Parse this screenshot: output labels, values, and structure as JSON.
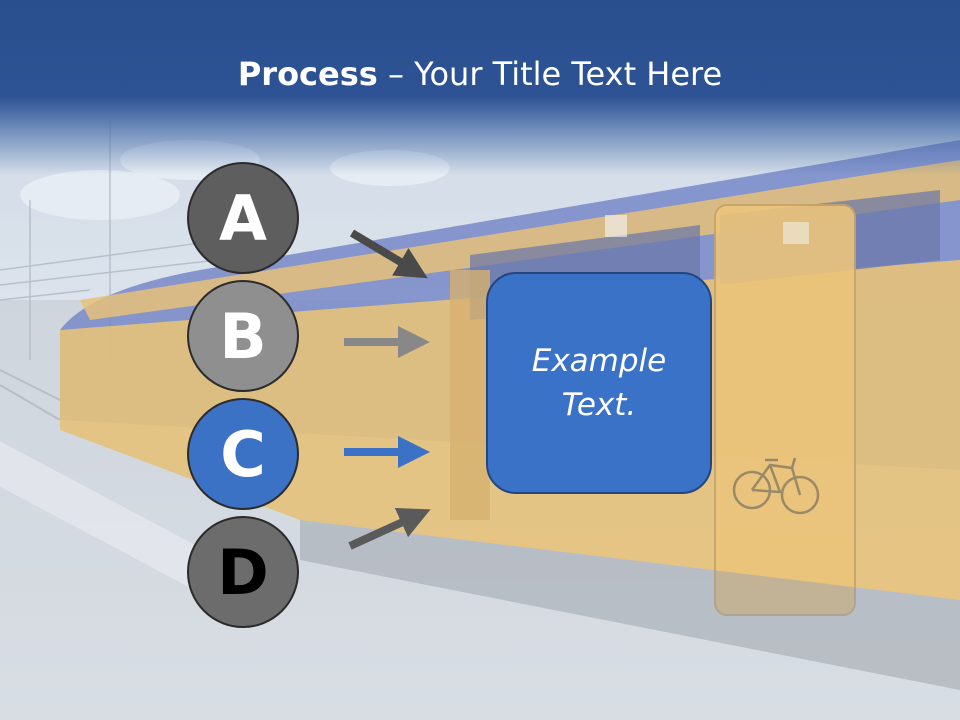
{
  "slide": {
    "title_bold": "Process",
    "title_rest": " – Your Title Text Here",
    "steps": [
      {
        "letter": "A",
        "color": "#5e5e5e",
        "arrow_color": "#4a4a4a"
      },
      {
        "letter": "B",
        "color": "#8f8f8f",
        "arrow_color": "#888888"
      },
      {
        "letter": "C",
        "color": "#3b72c6",
        "arrow_color": "#3b72c6"
      },
      {
        "letter": "D",
        "color": "#6c6c6c",
        "arrow_color": "#5a5a5a"
      }
    ],
    "example_text": "Example Text.",
    "colors": {
      "title_band": "#2d5394",
      "box_fill": "#3a72c8",
      "box_border": "#24467f"
    }
  }
}
